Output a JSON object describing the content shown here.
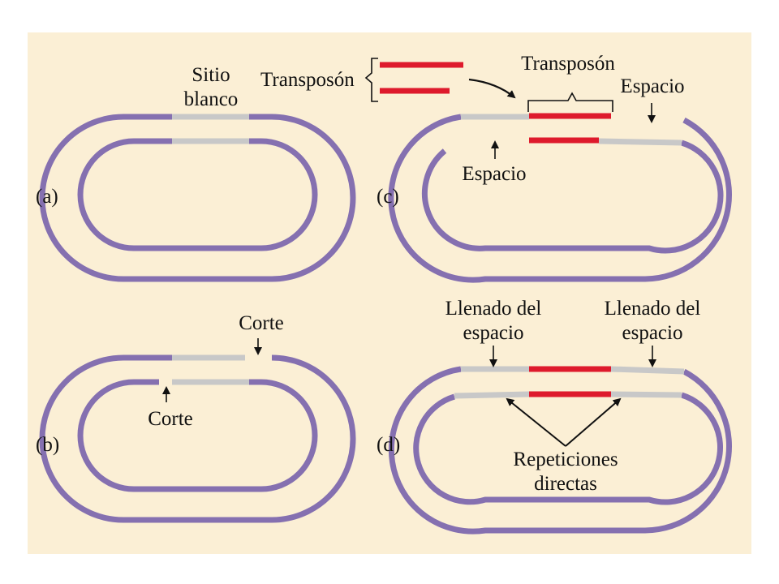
{
  "colors": {
    "background": "#fbefd5",
    "plasmid": "#8570b0",
    "target_site": "#c8c8c8",
    "transposon": "#de1a2c",
    "arrow": "#111111"
  },
  "panels": {
    "a": {
      "tag": "(a)",
      "site_label_line1": "Sitio",
      "site_label_line2": "blanco"
    },
    "b": {
      "tag": "(b)",
      "cut_top": "Corte",
      "cut_bottom": "Corte"
    },
    "c": {
      "tag": "(c)",
      "transposon_left": "Transposón",
      "transposon_right": "Transposón",
      "gap_right": "Espacio",
      "gap_left": "Espacio"
    },
    "d": {
      "tag": "(d)",
      "fill_left_line1": "Llenado del",
      "fill_left_line2": "espacio",
      "fill_right_line1": "Llenado del",
      "fill_right_line2": "espacio",
      "repeats_line1": "Repeticiones",
      "repeats_line2": "directas"
    }
  }
}
